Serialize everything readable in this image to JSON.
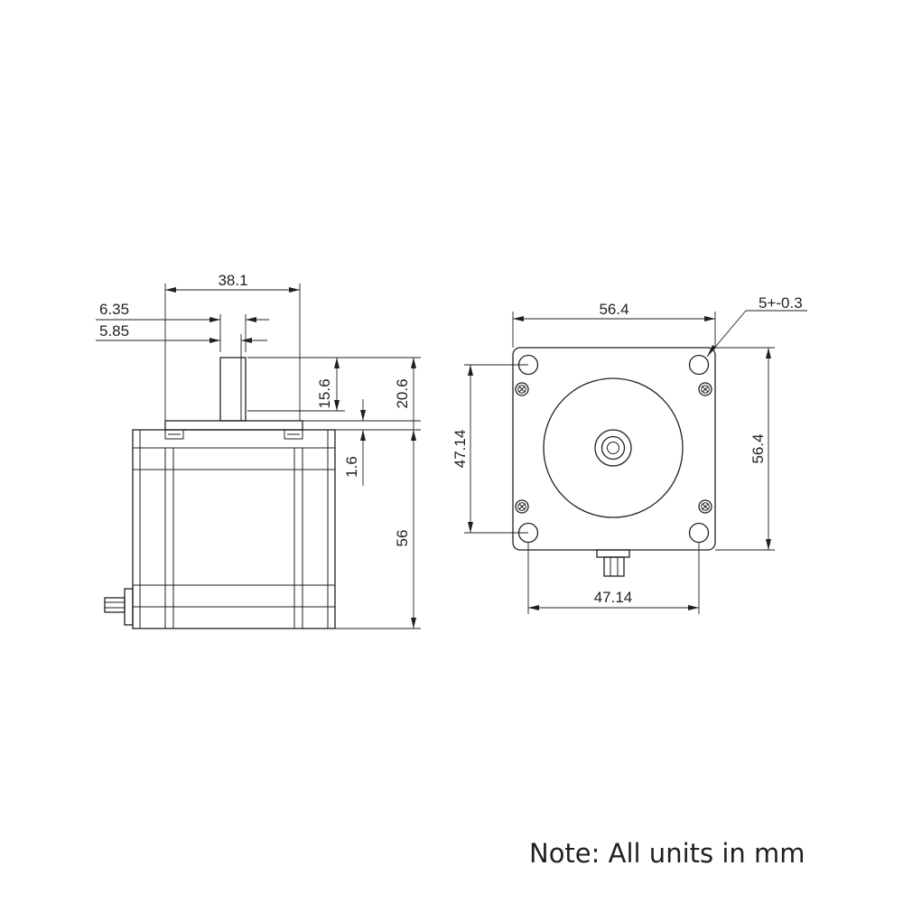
{
  "side_view": {
    "dim_shaft_length": "38.1",
    "dim_shaft_dia_flat": "6.35",
    "dim_flat": "5.85",
    "dim_flat_length": "15.6",
    "dim_shaft_protrusion": "20.6",
    "dim_boss_height": "1.6",
    "dim_body_length": "56"
  },
  "front_view": {
    "dim_width": "56.4",
    "dim_hole_dia": "5+-0.3",
    "dim_hole_spacing_vertical": "47.14",
    "dim_height": "56.4",
    "dim_hole_spacing_horizontal": "47.14"
  },
  "note": "Note: All units in mm"
}
